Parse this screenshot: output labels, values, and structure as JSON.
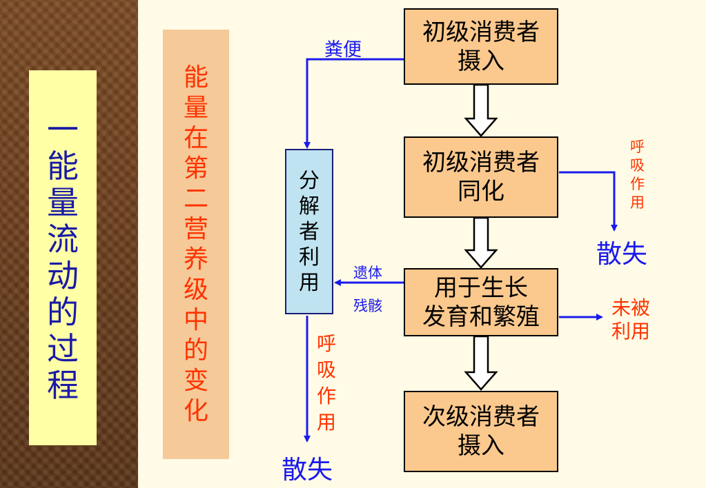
{
  "left_title": {
    "chars": [
      "一",
      "能",
      "量",
      "流",
      "动",
      "的",
      "过",
      "程"
    ]
  },
  "subtitle": {
    "chars": [
      "能",
      "量",
      "在",
      "第",
      "二",
      "营",
      "养",
      "级",
      "中",
      "的",
      "变",
      "化"
    ]
  },
  "boxes": {
    "intake": "初级消费者\n摄入",
    "assimilation": "初级消费者\n同化",
    "growth": "用于生长\n发育和繁殖",
    "secondary": "次级消费者\n摄入"
  },
  "decomposer": {
    "chars": [
      "分",
      "解",
      "者",
      "利",
      "用"
    ]
  },
  "labels": {
    "feces": "粪便",
    "respiration_right": [
      "呼",
      "吸",
      "作",
      "用"
    ],
    "loss_right": "散失",
    "remains": [
      "遗体",
      "残骸"
    ],
    "unused": [
      "未被",
      "利用"
    ],
    "respiration_bottom": [
      "呼",
      "吸",
      "作",
      "用"
    ],
    "loss_bottom": "散失"
  },
  "colors": {
    "arrow_blue": "#1a1aee",
    "accent_red": "#ff3300",
    "box_fill": "#fbc88d",
    "decomposer_fill": "#bfe3f0"
  }
}
